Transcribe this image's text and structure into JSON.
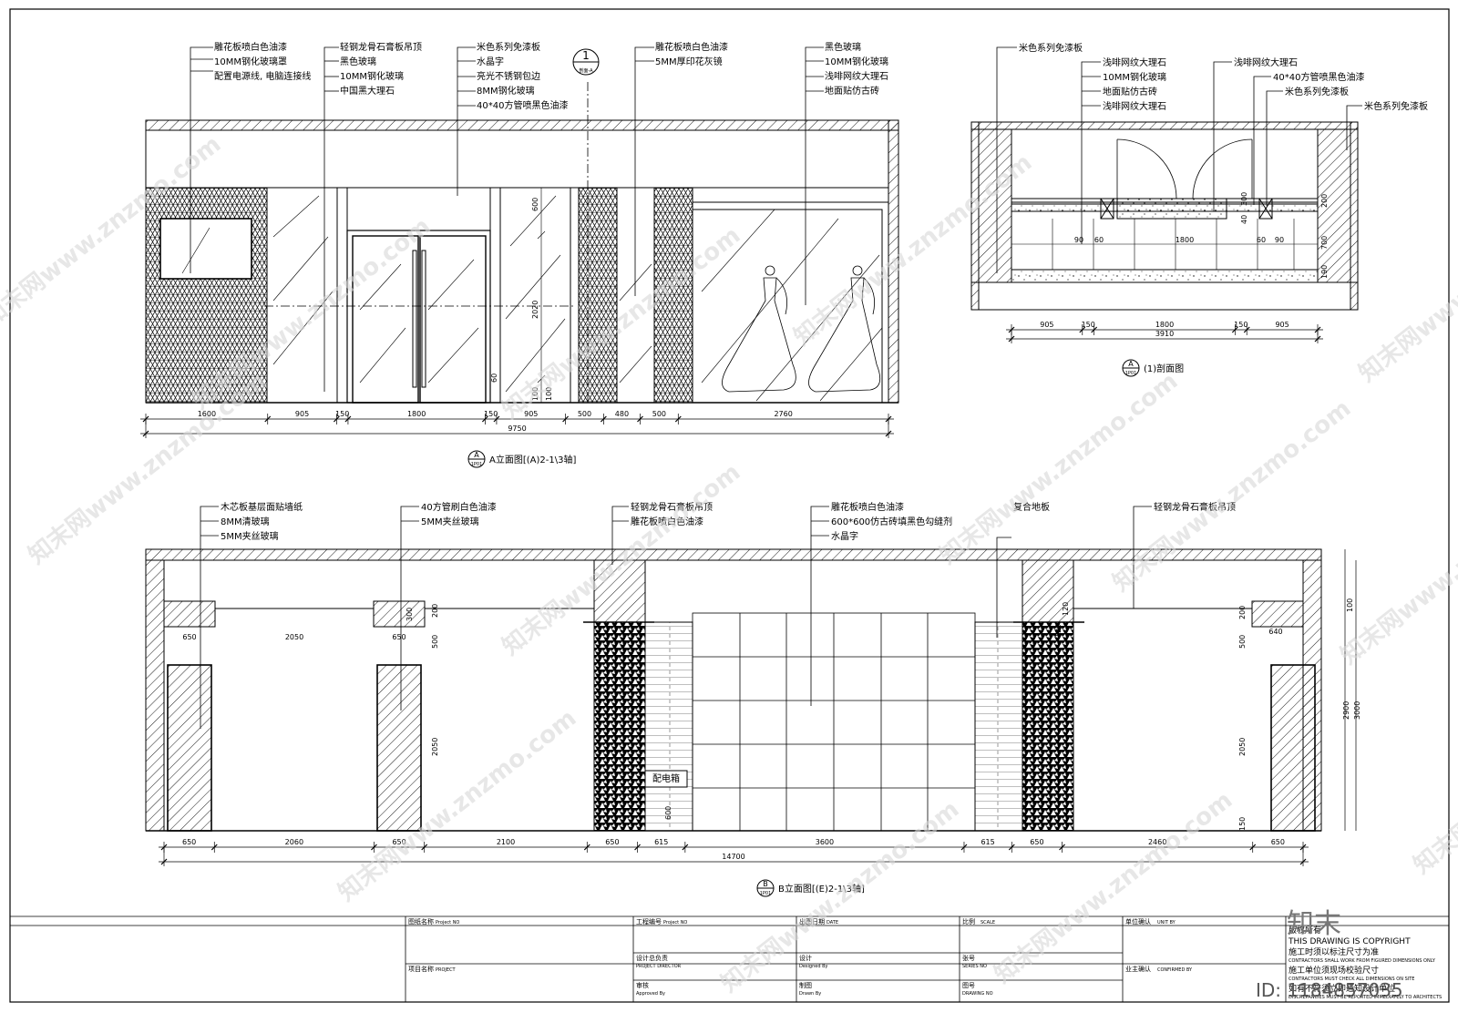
{
  "elevation_a": {
    "title": "A立面图[(A)2-1\\3轴]",
    "badge": "A",
    "badge_sub": "1P01",
    "section_marker": {
      "number": "1",
      "sub": "剖面-A"
    },
    "callouts": [
      [
        "雕花板喷白色油漆",
        "10MM钢化玻璃罩",
        "配置电源线, 电脑连接线"
      ],
      [
        "轻钢龙骨石膏板吊顶",
        "黑色玻璃",
        "10MM钢化玻璃",
        "中国黑大理石"
      ],
      [
        "米色系列免漆板",
        "水晶字",
        "亮光不锈钢包边",
        "8MM钢化玻璃",
        "40*40方管喷黑色油漆"
      ],
      [
        "雕花板喷白色油漆",
        "5MM厚印花灰镜"
      ],
      [
        "黑色玻璃",
        "10MM钢化玻璃",
        "浅啡网纹大理石",
        "地面贴仿古砖"
      ]
    ],
    "dims": [
      "1600",
      "905",
      "150",
      "1800",
      "150",
      "905",
      "500",
      "480",
      "500",
      "2760"
    ],
    "total": "9750",
    "vert_dims": [
      "600",
      "2020",
      "100",
      "60",
      "100"
    ]
  },
  "section_1": {
    "title": "(1)剖面图",
    "badge": "A",
    "badge_sub": "1P01",
    "callouts_left": [
      "米色系列免漆板",
      "浅啡网纹大理石",
      "10MM钢化玻璃",
      "地面贴仿古砖",
      "浅啡网纹大理石"
    ],
    "callouts_right": [
      "浅啡网纹大理石",
      "40*40方管喷黑色油漆",
      "米色系列免漆板",
      "米色系列免漆板"
    ],
    "dims": [
      "905",
      "150",
      "1800",
      "150",
      "905"
    ],
    "inner_dims": [
      "90",
      "60",
      "1800",
      "60",
      "90"
    ],
    "total": "3910",
    "vert_dims": [
      "40",
      "300",
      "200",
      "700",
      "190"
    ]
  },
  "elevation_b": {
    "title": "B立面图[(E)2-1\\3轴]",
    "badge": "B",
    "badge_sub": "1P01",
    "callouts": [
      [
        "木芯板基层面贴墙纸",
        "8MM清玻璃",
        "5MM夹丝玻璃"
      ],
      [
        "40方管刷白色油漆",
        "5MM夹丝玻璃"
      ],
      [
        "轻钢龙骨石膏板吊顶",
        "雕花板喷白色油漆"
      ],
      [
        "雕花板喷白色油漆",
        "600*600仿古砖填黑色勾缝剂",
        "水晶字"
      ],
      [
        "复合地板"
      ],
      [
        "轻钢龙骨石膏板吊顶"
      ]
    ],
    "label_box": "配电箱",
    "dims": [
      "650",
      "2060",
      "650",
      "2100",
      "650",
      "615",
      "3600",
      "615",
      "650",
      "2460",
      "650"
    ],
    "upper_dims": [
      "650",
      "2050",
      "650",
      "640"
    ],
    "total": "14700",
    "vert_dims": [
      "200",
      "300",
      "500",
      "2050",
      "600",
      "200",
      "500",
      "2050",
      "150",
      "100",
      "2900",
      "3000",
      "120",
      "120"
    ]
  },
  "title_block": {
    "drawing_name": "图纸名称",
    "drawing_name_en": "Project NO",
    "project_name": "项目名称",
    "project_name_en": "PROJECT",
    "project_no": "工程编号",
    "project_no_en": "Project NO",
    "design_lead": "设计总负责",
    "design_lead_en": "PROJECT DIRECTOR",
    "review": "审核",
    "review_en": "Approved By",
    "issue_date": "出图日期",
    "issue_date_en": "DATE",
    "design": "设计",
    "design_en": "Designed By",
    "drawing": "制图",
    "drawing_en": "Drawn By",
    "scale": "比例",
    "scale_en": "SCALE",
    "sheet_no": "张号",
    "sheet_no_en": "SERIES NO",
    "drawing_no": "图号",
    "drawing_no_en": "DRAWING NO",
    "unit_confirm": "单位确认",
    "unit_confirm_en": "UNIT BY",
    "owner_confirm": "业主确认",
    "owner_confirm_en": "CONFIRMED BY",
    "copyright": [
      "版权所有",
      "THIS DRAWING IS COPYRIGHT",
      "施工时须以标注尺寸为准",
      "CONTRACTORS SHALL WORK FROM FIGURED DIMENSIONS ONLY",
      "施工单位须现场校验尺寸",
      "CONTRACTORS MUST CHECK ALL DIMENSIONS ON SITE",
      "如有不符须立即通知设计单位",
      "DISCREPANCIES MUST BE REPORTED IMMEDIATELY TO ARCHITECTS"
    ]
  },
  "watermark": {
    "text": "知末网www.znzmo.com",
    "logo": "知末",
    "id": "ID: 1184857035"
  }
}
